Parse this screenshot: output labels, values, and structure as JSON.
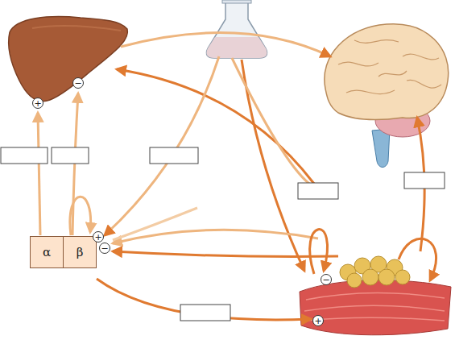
{
  "diagram": {
    "nodes": [
      {
        "text": [
          "α"
        ]
      },
      {
        "text": [
          "β"
        ]
      }
    ],
    "labels": [
      "+",
      "−",
      "+",
      "−",
      "−",
      "+"
    ]
  }
}
